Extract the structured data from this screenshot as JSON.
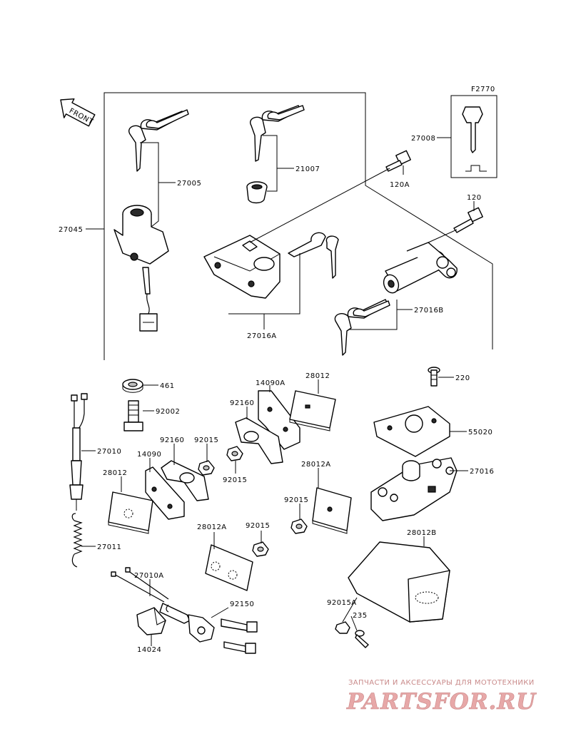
{
  "diagram": {
    "front_label": "FRONT",
    "figure_code": "F2770",
    "labels": {
      "p27045": "27045",
      "p27005": "27005",
      "p21007": "21007",
      "p27008": "27008",
      "p120A": "120A",
      "p120": "120",
      "p27016B": "27016B",
      "p27016A": "27016A",
      "p461": "461",
      "p92002": "92002",
      "p14090A": "14090A",
      "p28012_top": "28012",
      "p220": "220",
      "p92160_top": "92160",
      "p55020": "55020",
      "p27010": "27010",
      "p92160_mid": "92160",
      "p92015_a": "92015",
      "p14090": "14090",
      "p28012_left": "28012",
      "p92015_b": "92015",
      "p28012A_right": "28012A",
      "p27016": "27016",
      "p92015_c": "92015",
      "p27011": "27011",
      "p28012A_mid": "28012A",
      "p92015_d": "92015",
      "p28012B": "28012B",
      "p27010A": "27010A",
      "p92150": "92150",
      "p92015A": "92015A",
      "p235": "235",
      "p14024": "14024"
    }
  },
  "watermark": {
    "tagline": "ЗАПЧАСТИ И АКСЕССУАРЫ ДЛЯ МОТОТЕХНИКИ",
    "logo": "PARTSFOR.RU"
  }
}
